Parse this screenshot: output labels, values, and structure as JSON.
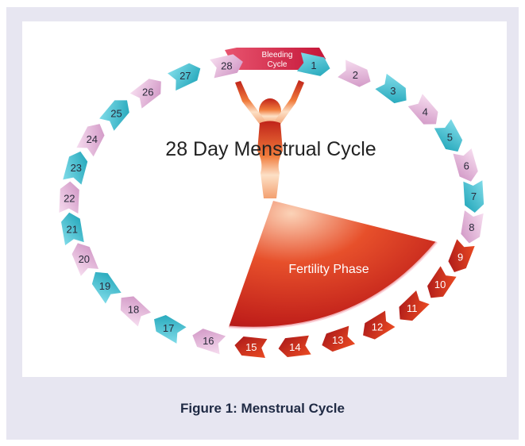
{
  "diagram": {
    "title": "28 Day Menstrual Cycle",
    "bleeding_label_line1": "Bleeding",
    "bleeding_label_line2": "Cycle",
    "fertility_label": "Fertility Phase",
    "days": [
      "1",
      "2",
      "3",
      "4",
      "5",
      "6",
      "7",
      "8",
      "9",
      "10",
      "11",
      "12",
      "13",
      "14",
      "15",
      "16",
      "17",
      "18",
      "19",
      "20",
      "21",
      "22",
      "23",
      "24",
      "25",
      "26",
      "27",
      "28"
    ],
    "fertile_days": [
      9,
      10,
      11,
      12,
      13,
      14,
      15
    ],
    "colors": {
      "teal": "#2fb5c8",
      "pink": "#e6b4d8",
      "red": "#c62a1e",
      "bleeding": "#d9234a",
      "background": "#e7e6f1"
    }
  },
  "caption": "Figure 1: Menstrual Cycle"
}
